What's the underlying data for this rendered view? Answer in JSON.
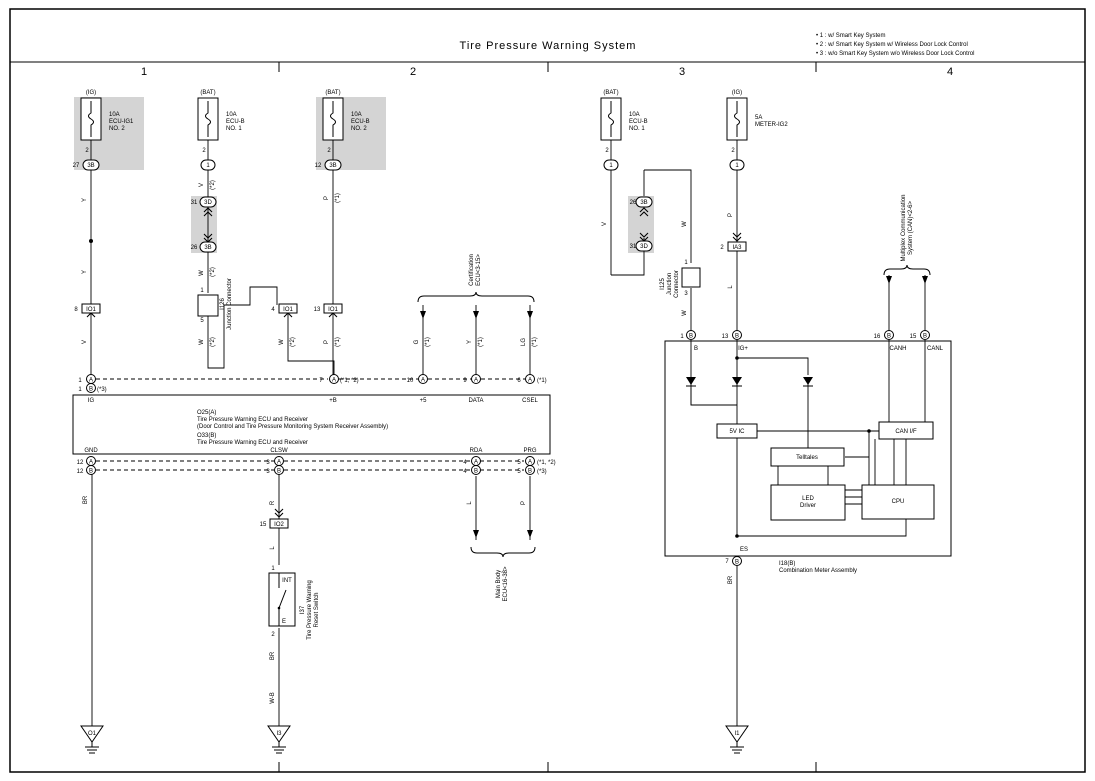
{
  "title": "Tire Pressure Warning System",
  "notes": [
    "• 1 : w/ Smart Key System",
    "• 2 : w/ Smart Key System w/ Wireless Door Lock Control",
    "• 3 : w/o Smart Key System w/o Wireless Door Lock Control"
  ],
  "columns": [
    "1",
    "2",
    "3",
    "4"
  ],
  "fuses": [
    {
      "source": "(IG)",
      "rating": "10A",
      "name1": "ECU-IG1",
      "name2": "NO. 2"
    },
    {
      "source": "(BAT)",
      "rating": "10A",
      "name1": "ECU-B",
      "name2": "NO. 1"
    },
    {
      "source": "(BAT)",
      "rating": "10A",
      "name1": "ECU-B",
      "name2": "NO. 2"
    },
    {
      "source": "(BAT)",
      "rating": "10A",
      "name1": "ECU-B",
      "name2": "NO. 1"
    },
    {
      "source": "(IG)",
      "rating": "5A",
      "name1": "METER-IG2",
      "name2": ""
    }
  ],
  "connectors": {
    "c3b": "3B",
    "c3d": "3D",
    "c1": "1",
    "io1": "IO1",
    "io2": "IO2",
    "ia3": "IA3",
    "a": "A",
    "b": "B",
    "e": "E"
  },
  "pins": {
    "p1": "1",
    "p2": "2",
    "p3": "3",
    "p4": "4",
    "p5": "5",
    "p6": "6",
    "p7": "7",
    "p8": "8",
    "p9": "9",
    "p10": "10",
    "p12": "12",
    "p13": "13",
    "p15": "15",
    "p16": "16",
    "p26": "26",
    "p27": "27",
    "p31": "31"
  },
  "wire_colors": {
    "y": "Y",
    "v": "V",
    "w": "W",
    "p": "P",
    "g": "G",
    "lg": "LG",
    "br": "BR",
    "r": "R",
    "l": "L",
    "wb": "W-B",
    "b": "B"
  },
  "variant_tags": {
    "t1": "(*1)",
    "t2": "(*2)",
    "t3": "(*3)",
    "t12": "(*1, *2)"
  },
  "jc_i126": {
    "l1": "I126",
    "l2": "Junction Connector"
  },
  "jc_i125": {
    "l1": "I125",
    "l2": "Junction",
    "l3": "Connector"
  },
  "certification": {
    "l1": "Certification",
    "l2": "ECU<3-15>"
  },
  "multiplex": {
    "l1": "Multiplex Communication",
    "l2": "System (CAN)<2-6>"
  },
  "main_body": {
    "l1": "Main Body",
    "l2": "ECU<16-38>"
  },
  "ecu": {
    "pin_ig": "IG",
    "pin_b": "+B",
    "pin_5": "+5",
    "pin_data": "DATA",
    "pin_csel": "CSEL",
    "pin_gnd": "GND",
    "pin_clsw": "CLSW",
    "pin_rda": "RDA",
    "pin_prg": "PRG",
    "line1": "O25(A)",
    "line2": "Tire Pressure Warning ECU and Receiver",
    "line3": "(Door Control and Tire Pressure Monitoring System Receiver Assembly)",
    "line4": "O33(B)",
    "line5": "Tire Pressure Warning ECU and Receiver"
  },
  "meter": {
    "b_label": "B",
    "ig_label": "IG+",
    "canh": "CANH",
    "canl": "CANL",
    "reg": "5V  IC",
    "can_if": "CAN I/F",
    "telltales": "Telltales",
    "led1": "LED",
    "led2": "Driver",
    "cpu": "CPU",
    "es": "ES",
    "id": "I18(B)",
    "name": "Combination Meter Assembly"
  },
  "switch": {
    "int": "INT",
    "e": "E",
    "l1": "I37",
    "l2": "Tire Pressure Warning",
    "l3": "Reset Switch"
  },
  "grounds": [
    "O1",
    "I3",
    "I1"
  ]
}
